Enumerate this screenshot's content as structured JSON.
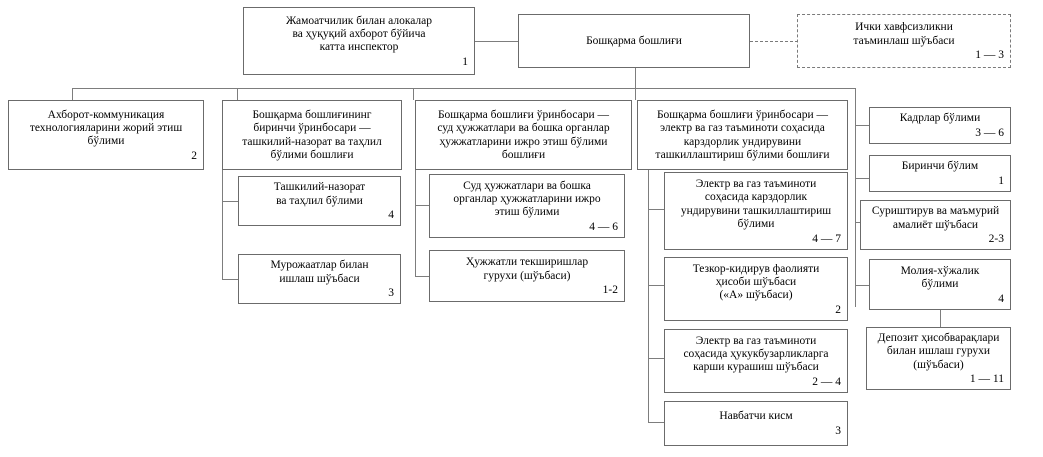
{
  "diagram": {
    "title": "Boshqarma tuzilmasi",
    "type": "org-chart",
    "background_color": "#ffffff",
    "line_color": "#7d7d7d",
    "box_border_color": "#6b6b6b"
  },
  "nodes": {
    "senior_inspector": {
      "label": "Жамоатчилик билан алокалар\nва ҳуқуқий ахборот бўйича\nкатта инспектор",
      "code": "1"
    },
    "head": {
      "label": "Бошқарма бошлиғи",
      "code": ""
    },
    "internal_security": {
      "label": "Ички хавфсизликни\nтаъминлаш шўъбаси",
      "code": "1 — 3"
    },
    "ict_division": {
      "label": "Ахборот-коммуникация\nтехнологияларини жорий этиш\nбўлими",
      "code": "2"
    },
    "first_deputy": {
      "label": "Бошқарма бошлиғининг\nбиринчи ўринбосари —\nташкилий-назорат ва таҳлил\nбўлими бошлиғи",
      "code": ""
    },
    "org_control_division": {
      "label": "Ташкилий-назорат\nва таҳлил бўлими",
      "code": "4"
    },
    "appeals_section": {
      "label": "Мурожаатлар билан\nишлаш шўъбаси",
      "code": "3"
    },
    "deputy_courtdocs": {
      "label": "Бошқарма бошлиғи ўринбосари —\nсуд ҳужжатлари ва бошка органлар\nҳужжатларини ижро этиш бўлими\nбошлиғи",
      "code": ""
    },
    "courtdocs_division": {
      "label": "Суд ҳужжатлари ва бошка\nорганлар ҳужжатларини ижро\nэтиш бўлими",
      "code": "4 — 6"
    },
    "docs_inspection_group": {
      "label": "Ҳужжатли текширишлар\nгурухи (шўъбаси)",
      "code": "1-2"
    },
    "deputy_energy": {
      "label": "Бошқарма бошлиғи ўринбосари —\nэлектр ва газ таъминоти соҳасида\nкарздорлик ундирувини\nташкиллаштириш бўлими бошлиғи",
      "code": ""
    },
    "energy_debt_division": {
      "label": "Электр ва газ таъминоти\nсоҳасида карздорлик\nундирувини ташкиллаштириш\nбўлими",
      "code": "4 — 7"
    },
    "operative_search_section": {
      "label": "Тезкор-кидирув фаолияти\nҳисоби шўъбаси\n(«А» шўъбаси)",
      "code": "2"
    },
    "energy_violations_section": {
      "label": "Электр ва газ таъминоти\nсоҳасида ҳукукбузарликларга\nкарши курашиш шўъбаси",
      "code": "2 — 4"
    },
    "duty_unit": {
      "label": "Навбатчи кисм",
      "code": "3"
    },
    "personnel_division": {
      "label": "Кадрлар бўлими",
      "code": "3 — 6"
    },
    "first_division": {
      "label": "Биринчи бўлим",
      "code": "1"
    },
    "inquiry_section": {
      "label": "Суриштирув ва маъмурий\nамалиёт шўъбаси",
      "code": "2-3"
    },
    "finance_division": {
      "label": "Молия-хўжалик\nбўлими",
      "code": "4"
    },
    "deposit_group": {
      "label": "Депозит ҳисобварақлари\nбилан ишлаш гурухи\n(шўъбаси)",
      "code": "1 — 11"
    }
  }
}
